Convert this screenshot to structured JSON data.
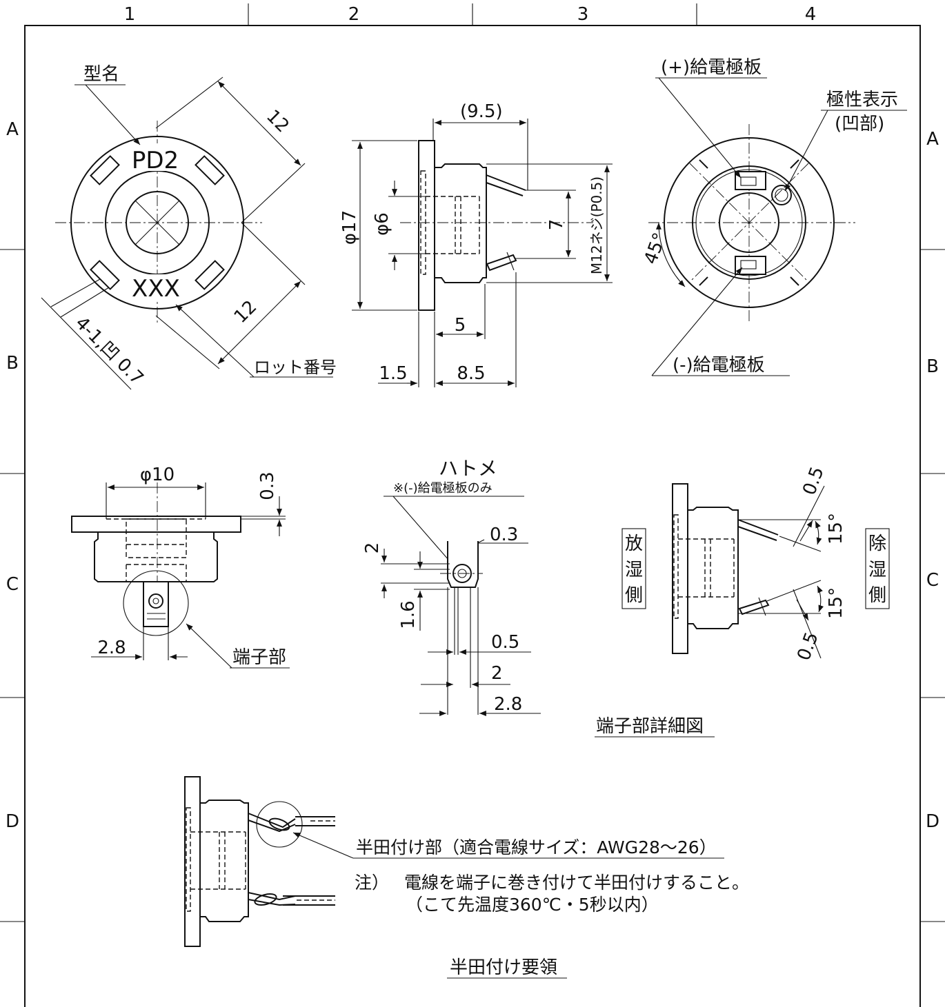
{
  "frame": {
    "columns": [
      "1",
      "2",
      "3",
      "4"
    ],
    "rows": [
      "A",
      "B",
      "C",
      "D"
    ]
  },
  "front_view": {
    "model_label": "型名",
    "model_text": "PD2",
    "lot_text": "XXX",
    "lot_label": "ロット番号",
    "dim_top": "12",
    "dim_bottom": "12",
    "dim_notch": "4-1,凹 0.7"
  },
  "side_view": {
    "dim_length_ref": "(9.5)",
    "dim_dia17": "φ17",
    "dim_dia6": "φ6",
    "dim_pitch": "7",
    "dim_thread": "M12ネジ(P0.5)",
    "dim_5": "5",
    "dim_15": "1.5",
    "dim_85": "8.5"
  },
  "rear_view": {
    "plus_label": "(+)給電極板",
    "polarity_label": "極性表示",
    "polarity_sub": "(凹部)",
    "minus_label": "(-)給電極板",
    "angle": "45°"
  },
  "bottom_view": {
    "dim_dia10": "φ10",
    "dim_03": "0.3",
    "dim_28": "2.8",
    "terminal_label": "端子部"
  },
  "terminal_detail": {
    "title": "ハトメ",
    "note": "※(-)給電極板のみ",
    "dim_03": "0.3",
    "dim_2v": "2",
    "dim_16": "1.6",
    "dim_05": "0.5",
    "dim_2h": "2",
    "dim_28": "2.8",
    "caption": "端子部詳細図"
  },
  "humid_view": {
    "left_label": [
      "放",
      "湿",
      "側"
    ],
    "right_label": [
      "除",
      "湿",
      "側"
    ],
    "dim_05_top": "0.5",
    "angle_top": "15°",
    "angle_bottom": "15°",
    "dim_05_bottom": "0.5"
  },
  "solder": {
    "part_label": "半田付け部（適合電線サイズ：AWG28～26）",
    "note_prefix": "注）",
    "note_line1": "電線を端子に巻き付けて半田付けすること。",
    "note_line2": "（こて先温度360℃・5秒以内）",
    "caption": "半田付け要領"
  }
}
